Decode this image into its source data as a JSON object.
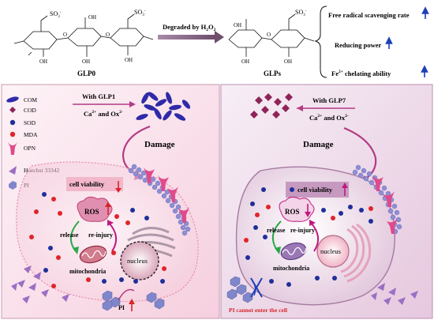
{
  "top": {
    "glp0_label": "GLP0",
    "glps_label": "GLPs",
    "arrow_label_prefix": "Degraded by H",
    "arrow_label_sub1": "2",
    "arrow_label_o": "O",
    "arrow_label_sub2": "2",
    "so3_label": "SO",
    "so3_sub": "3",
    "so3_sup": "-",
    "oh_label": "OH",
    "o_label": "O",
    "effects": [
      "Free radical scavenging rate",
      "Reducing power",
      "chelating ability"
    ],
    "fe_label": "Fe",
    "fe_sup": "2+"
  },
  "legend": {
    "items": [
      "COM",
      "COD",
      "SOD",
      "MDA",
      "OPN",
      "Hoechst 33342",
      "PI"
    ]
  },
  "left_panel": {
    "treatment": "With GLP1",
    "ions_ca": "Ca",
    "ions_ca_sup": "2+",
    "ions_and": " and Ox",
    "ions_ox_sup": "2-",
    "damage": "Damage",
    "viability": "cell viability",
    "ros": "ROS",
    "release": "release",
    "reinjury": "re-injury",
    "mitochondria": "mitochondria",
    "nucleus": "nucleus",
    "pi": "PI"
  },
  "right_panel": {
    "treatment": "With GLP7",
    "ions_ca": "Ca",
    "ions_ca_sup": "2+",
    "ions_and": " and Ox",
    "ions_ox_sup": "2-",
    "damage": "Damage",
    "viability": "cell viability",
    "ros": "ROS",
    "release": "release",
    "reinjury": "re-injury",
    "mitochondria": "mitochondria",
    "nucleus": "nucleus",
    "pi_note": "PI cannot enter the cell"
  },
  "colors": {
    "com": "#2e2aa8",
    "cod": "#8e2458",
    "sod": "#1f2f9a",
    "mda": "#e0242a",
    "opn": "#e04a8a",
    "hoechst": "#9b6fc3",
    "pi": "#7f86c9",
    "arrow_up": "#1d3fb8",
    "arrow_red": "#d7262a",
    "arrow_magenta": "#c0197f"
  }
}
